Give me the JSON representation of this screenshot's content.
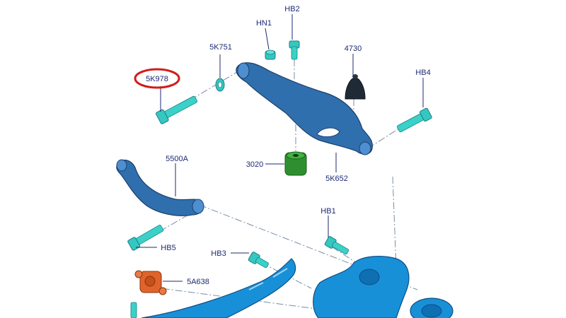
{
  "callouts": {
    "p5K978": "5K978",
    "p5K751": "5K751",
    "pHN1": "HN1",
    "pHB2": "HB2",
    "p4730": "4730",
    "pHB4": "HB4",
    "p3020": "3020",
    "p5K652": "5K652",
    "p5500A": "5500A",
    "pHB1": "HB1",
    "pHB5": "HB5",
    "pHB3": "HB3",
    "p5A638": "5A638"
  },
  "colors": {
    "highlight_ring": "#d21c1c",
    "label_text": "#1d2a73",
    "bolt": "#35c7c0",
    "bushing_green": "#2f8f2f",
    "bushing_orange": "#e0642a",
    "arm_blue": "#2f6fae",
    "knuckle_blue": "#1890d8"
  }
}
